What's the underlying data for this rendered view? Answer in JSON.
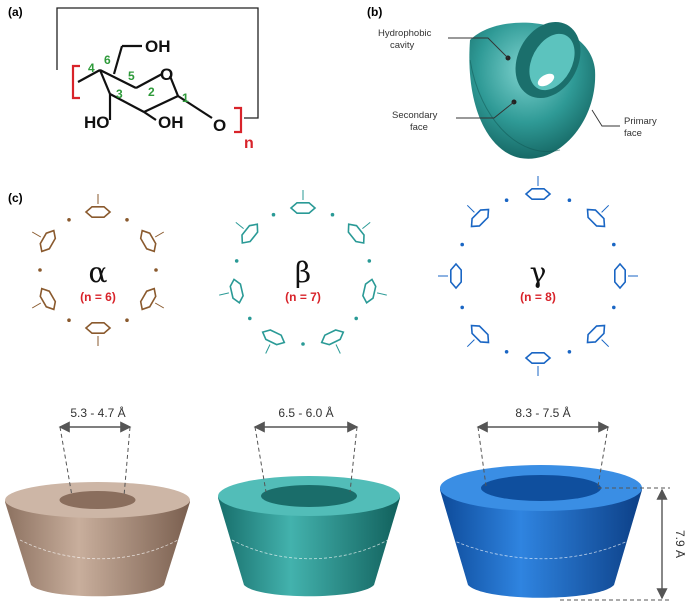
{
  "panels": {
    "a": {
      "label": "(a)",
      "numbers": [
        "6",
        "4",
        "5",
        "3",
        "2",
        "1"
      ],
      "atoms": {
        "oh_top": "OH",
        "ring_o": "O",
        "ho_left": "HO",
        "oh_mid": "OH",
        "link_o": "O"
      },
      "repeat": "n"
    },
    "b": {
      "label": "(b)",
      "callouts": {
        "cavity_1": "Hydrophobic",
        "cavity_2": "cavity",
        "secondary_1": "Secondary",
        "secondary_2": "face",
        "primary_1": "Primary",
        "primary_2": "face"
      }
    },
    "c": {
      "label": "(c)",
      "rings": [
        {
          "symbol": "α",
          "count": "(n = 6)",
          "units": 6,
          "color": "#8a5a2e",
          "diameter": "5.3 - 4.7 Å",
          "cone_color": "#b89a86"
        },
        {
          "symbol": "β",
          "count": "(n = 7)",
          "units": 7,
          "color": "#2a9a96",
          "diameter": "6.5 - 6.0 Å",
          "cone_color": "#2f9a96"
        },
        {
          "symbol": "γ",
          "count": "(n = 8)",
          "units": 8,
          "color": "#1a66c4",
          "diameter": "8.3 - 7.5 Å",
          "cone_color": "#1a66c4"
        }
      ],
      "height": "7.9 Å"
    }
  },
  "colors": {
    "alpha": "#8a5a2e",
    "beta": "#2a9a96",
    "gamma": "#1a66c4",
    "highlight": "#d8232a",
    "numbering": "#2e9a3a"
  }
}
